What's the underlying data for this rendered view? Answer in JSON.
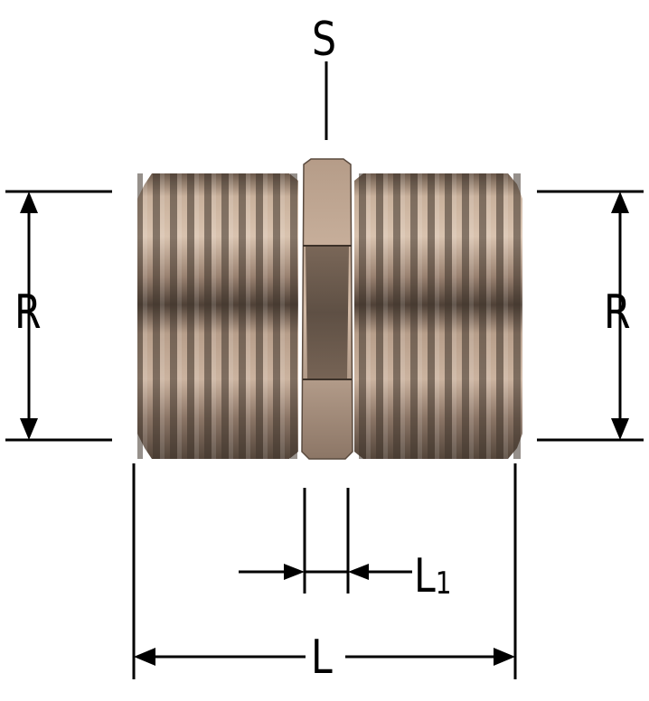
{
  "labels": {
    "s": "S",
    "r_left": "R",
    "r_right": "R",
    "l1_main": "L",
    "l1_sub": "1",
    "l": "L"
  },
  "colors": {
    "metal_light": "#c9b19d",
    "metal_mid": "#a58c79",
    "metal_dark": "#5e4e42",
    "line": "#000000"
  }
}
